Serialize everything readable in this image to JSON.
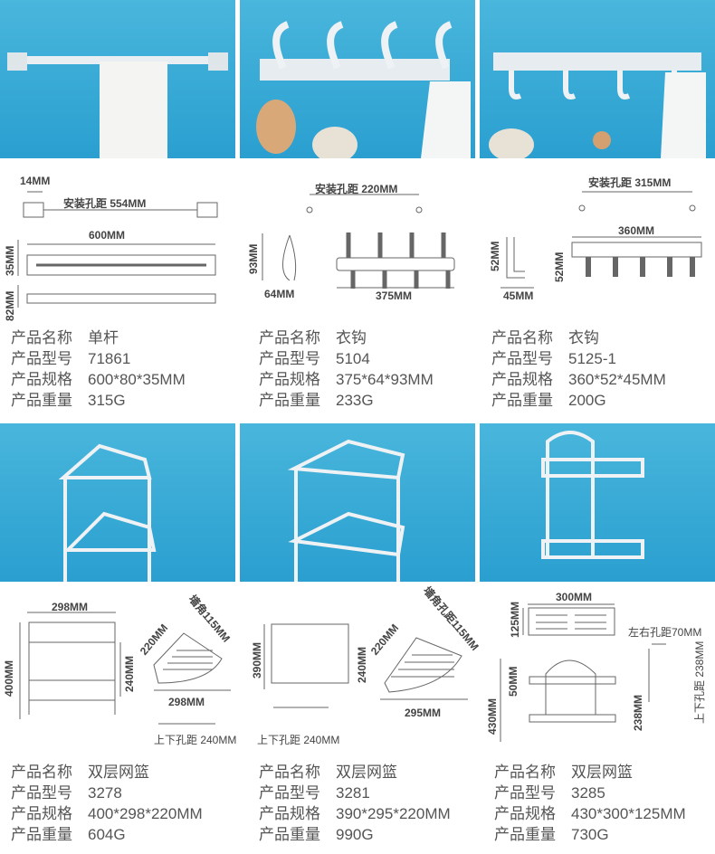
{
  "products": [
    {
      "name_label": "产品名称",
      "name": "单杆",
      "model_label": "产品型号",
      "model": "71861",
      "size_label": "产品规格",
      "size": "600*80*35MM",
      "weight_label": "产品重量",
      "weight": "315G"
    },
    {
      "name_label": "产品名称",
      "name": "衣钩",
      "model_label": "产品型号",
      "model": "5104",
      "size_label": "产品规格",
      "size": "375*64*93MM",
      "weight_label": "产品重量",
      "weight": "233G"
    },
    {
      "name_label": "产品名称",
      "name": "衣钩",
      "model_label": "产品型号",
      "model": "5125-1",
      "size_label": "产品规格",
      "size": "360*52*45MM",
      "weight_label": "产品重量",
      "weight": "200G"
    },
    {
      "name_label": "产品名称",
      "name": "双层网篮",
      "model_label": "产品型号",
      "model": "3278",
      "size_label": "产品规格",
      "size": "400*298*220MM",
      "weight_label": "产品重量",
      "weight": "604G"
    },
    {
      "name_label": "产品名称",
      "name": "双层网篮",
      "model_label": "产品型号",
      "model": "3281",
      "size_label": "产品规格",
      "size": "390*295*220MM",
      "weight_label": "产品重量",
      "weight": "990G"
    },
    {
      "name_label": "产品名称",
      "name": "双层网篮",
      "model_label": "产品型号",
      "model": "3285",
      "size_label": "产品规格",
      "size": "430*300*125MM",
      "weight_label": "产品重量",
      "weight": "730G"
    }
  ],
  "dims": {
    "d1": {
      "a": "14MM",
      "b": "安装孔距 554MM",
      "c": "600MM",
      "d": "35MM",
      "e": "82MM"
    },
    "d2": {
      "a": "安装孔距 220MM",
      "b": "93MM",
      "c": "64MM",
      "d": "375MM"
    },
    "d3": {
      "a": "安装孔距 315MM",
      "b": "360MM",
      "c": "52MM",
      "d": "52MM",
      "e": "45MM"
    },
    "d4": {
      "a": "298MM",
      "b": "400MM",
      "c": "240MM",
      "d": "220MM",
      "e": "墙角115MM",
      "f": "298MM",
      "g": "上下孔距 240MM"
    },
    "d5": {
      "a": "390MM",
      "b": "240MM",
      "c": "上下孔距 240MM",
      "d": "220MM",
      "e": "墙角孔距115MM",
      "f": "295MM"
    },
    "d6": {
      "a": "300MM",
      "b": "125MM",
      "c": "左右孔距70MM",
      "d": "上下孔距 238MM",
      "e": "50MM",
      "f": "430MM",
      "g": "238MM"
    }
  },
  "colors": {
    "photo_bg": "#2fa6d6",
    "text": "#555555"
  }
}
